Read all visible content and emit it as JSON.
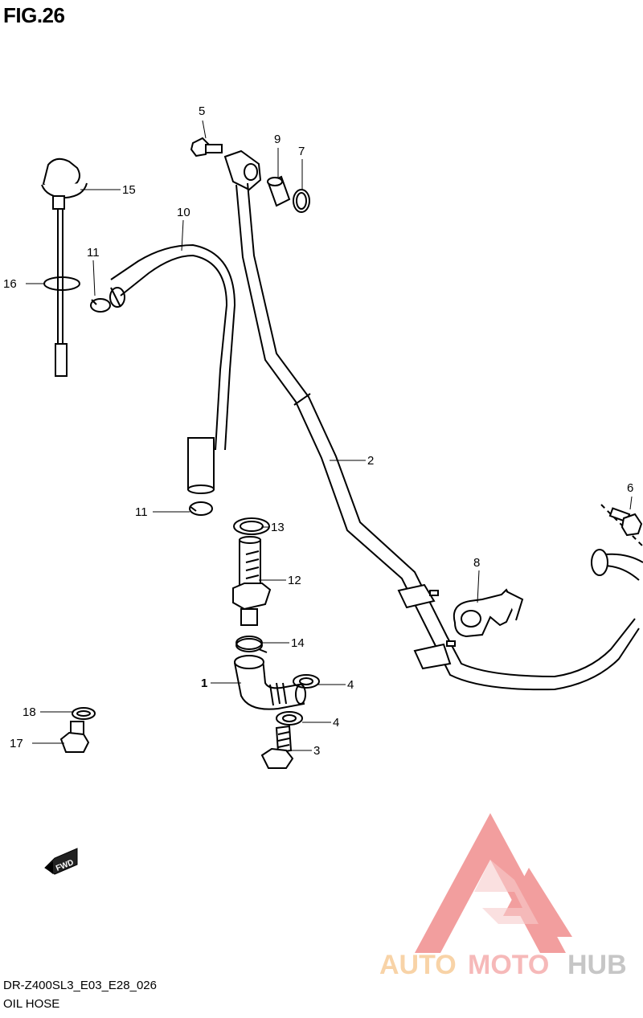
{
  "figure": {
    "title": "FIG.26",
    "model_code": "DR-Z400SL3_E03_E28_026",
    "name": "OIL HOSE"
  },
  "fwd_badge": "FWD",
  "callouts": {
    "c1": "1",
    "c2": "2",
    "c3": "3",
    "c4a": "4",
    "c4b": "4",
    "c5": "5",
    "c6": "6",
    "c7": "7",
    "c8": "8",
    "c9": "9",
    "c10": "10",
    "c11a": "11",
    "c11b": "11",
    "c12": "12",
    "c13": "13",
    "c14": "14",
    "c15": "15",
    "c16": "16",
    "c17": "17",
    "c18": "18"
  },
  "watermark": {
    "part1": "AUTO",
    "part2": "MOTO",
    "part3": "HUB",
    "color1": "#f4c07a",
    "color2": "#f08a8a",
    "color3": "#aaaaaa"
  }
}
